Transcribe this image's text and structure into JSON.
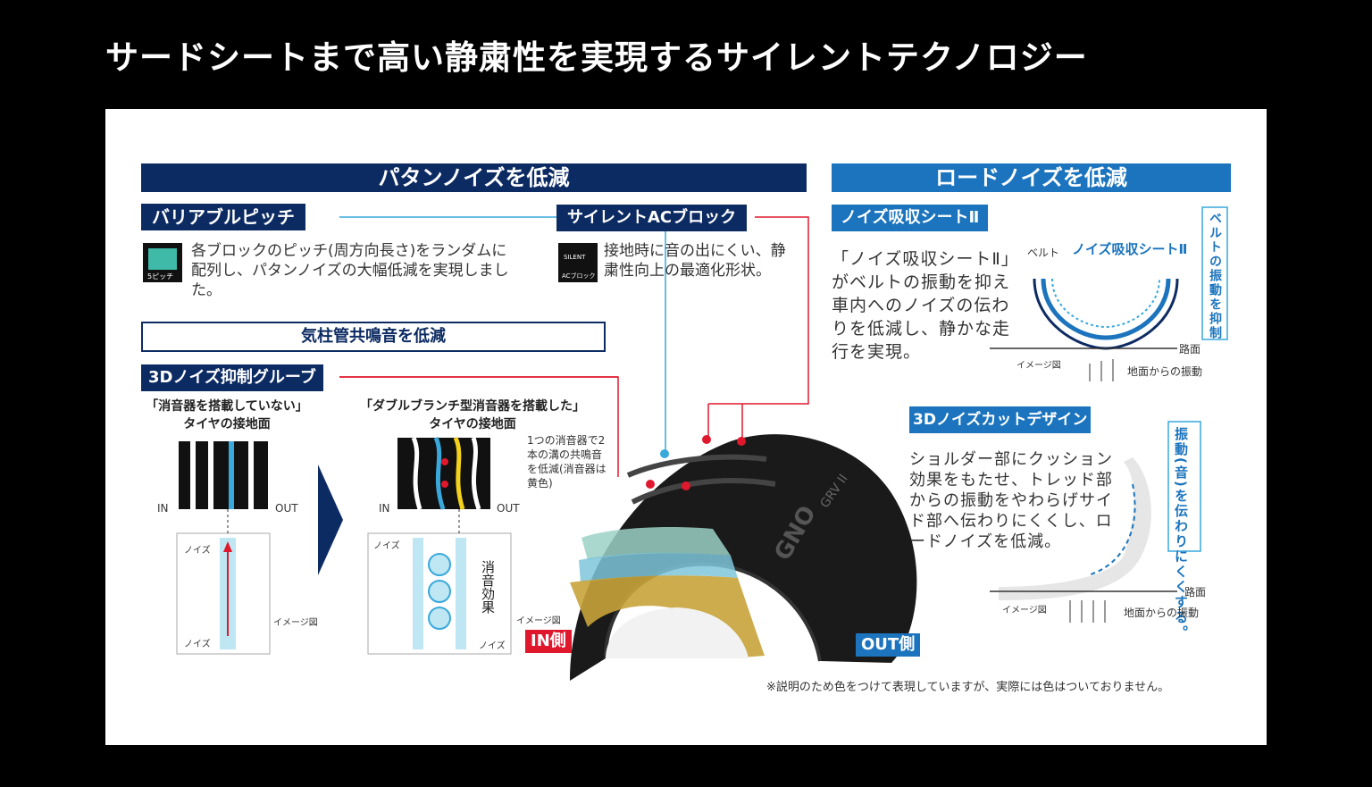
{
  "page_title": "サードシートまで高い静粛性を実現するサイレントテクノロジー",
  "pattern_noise": {
    "banner": "パタンノイズを低減",
    "variable_pitch": {
      "label": "バリアブルピッチ",
      "icon_caption": "5ピッチ",
      "description": "各ブロックのピッチ(周方向長さ)をランダムに配列し、パタンノイズの大幅低減を実現しました。"
    },
    "silent_ac_block": {
      "label": "サイレントACブロック",
      "icon_top": "SILENT",
      "icon_caption": "ACブロック",
      "description": "接地時に音の出にくい、静粛性向上の最適化形状。"
    },
    "air_column": {
      "heading": "気柱管共鳴音を低減",
      "label": "3Dノイズ抑制グルーブ",
      "left_caption_line1": "「消音器を搭載していない」",
      "left_caption_line2": "タイヤの接地面",
      "right_caption_line1": "「ダブルブランチ型消音器を搭載した」",
      "right_caption_line2": "タイヤの接地面",
      "in_label": "IN",
      "out_label": "OUT",
      "noise_label": "ノイズ",
      "image_label": "イメージ図",
      "silencer_effect": "消音効果",
      "silencer_note": "1つの消音器で2本の溝の共鳴音を低減(消音器は黄色)"
    }
  },
  "road_noise": {
    "banner": "ロードノイズを低減",
    "absorbing_sheet": {
      "label": "ノイズ吸収シートⅡ",
      "description": "「ノイズ吸収シートⅡ」がベルトの振動を抑え車内へのノイズの伝わりを低減し、静かな走行を実現。",
      "belt_label": "ベルト",
      "sheet_label": "ノイズ吸収シートⅡ",
      "vertical_note": "ベルトの振動を抑制",
      "road_label": "路面",
      "image_label": "イメージ図",
      "vibration_label": "地面からの振動"
    },
    "cut_design": {
      "label": "3Dノイズカットデザイン",
      "description": "ショルダー部にクッション効果をもたせ、トレッド部からの振動をやわらげサイド部へ伝わりにくくし、ロードノイズを低減。",
      "vertical_note": "振動(音)を伝わりにくくする。",
      "road_label": "路面",
      "image_label": "イメージ図",
      "vibration_label": "地面からの振動"
    }
  },
  "tire": {
    "in_side": "IN側",
    "out_side": "OUT側",
    "image_label": "イメージ図",
    "sidewall_text": "GRV II",
    "brand_text": "GNO"
  },
  "footnote": "※説明のため色をつけて表現していますが、実際には色はついておりません。",
  "colors": {
    "navy": "#0d2b63",
    "blue": "#1b74bd",
    "red": "#e0182d",
    "leader_blue": "#39a9dc",
    "yellow": "#f2d21b"
  }
}
